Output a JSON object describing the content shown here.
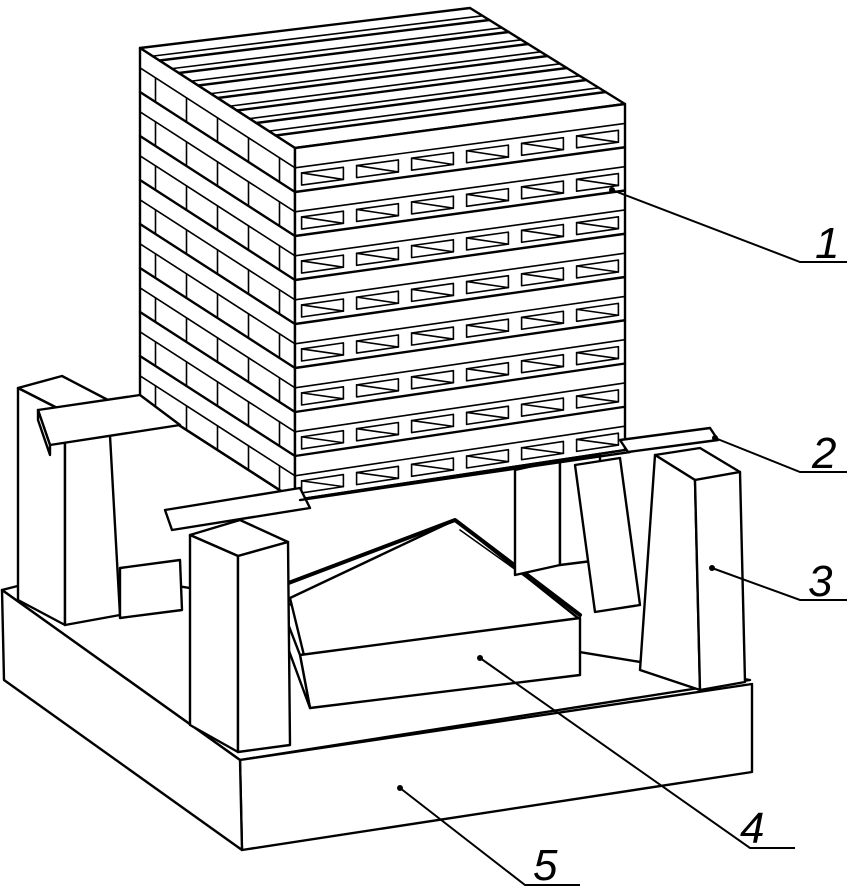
{
  "callouts": [
    {
      "id": "1",
      "text": "1"
    },
    {
      "id": "2",
      "text": "2"
    },
    {
      "id": "3",
      "text": "3"
    },
    {
      "id": "4",
      "text": "4"
    },
    {
      "id": "5",
      "text": "5"
    }
  ],
  "stack": {
    "front_rows": 8,
    "front_cells_per_row": 6,
    "top_slats": 8
  }
}
